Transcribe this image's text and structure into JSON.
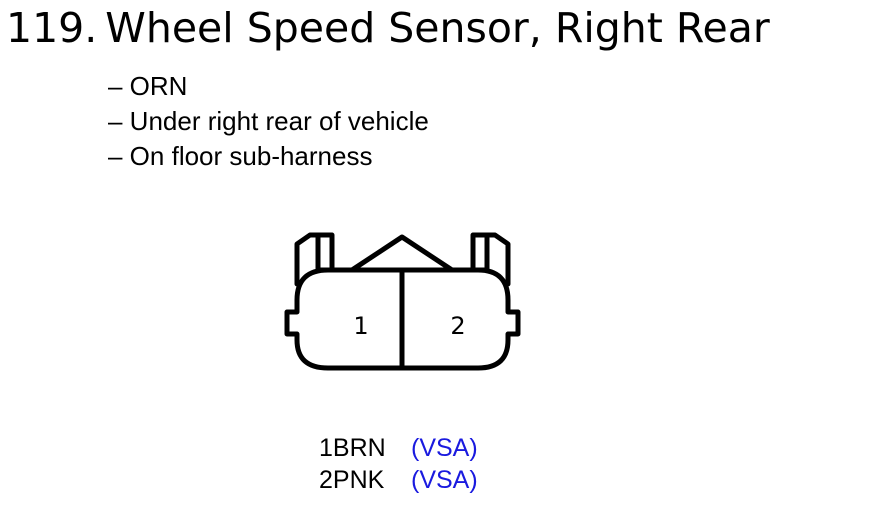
{
  "header": {
    "number": "119.",
    "title": "Wheel Speed Sensor, Right Rear"
  },
  "notes": [
    "– ORN",
    "– Under right rear of vehicle",
    "– On floor sub-harness"
  ],
  "connector": {
    "cavities": [
      "1",
      "2"
    ]
  },
  "pins": [
    {
      "wire": "1BRN",
      "circuit": "(VSA)"
    },
    {
      "wire": "2PNK",
      "circuit": "(VSA)"
    }
  ],
  "colors": {
    "text": "#000000",
    "circuit": "#1a1adf",
    "background": "#ffffff"
  }
}
